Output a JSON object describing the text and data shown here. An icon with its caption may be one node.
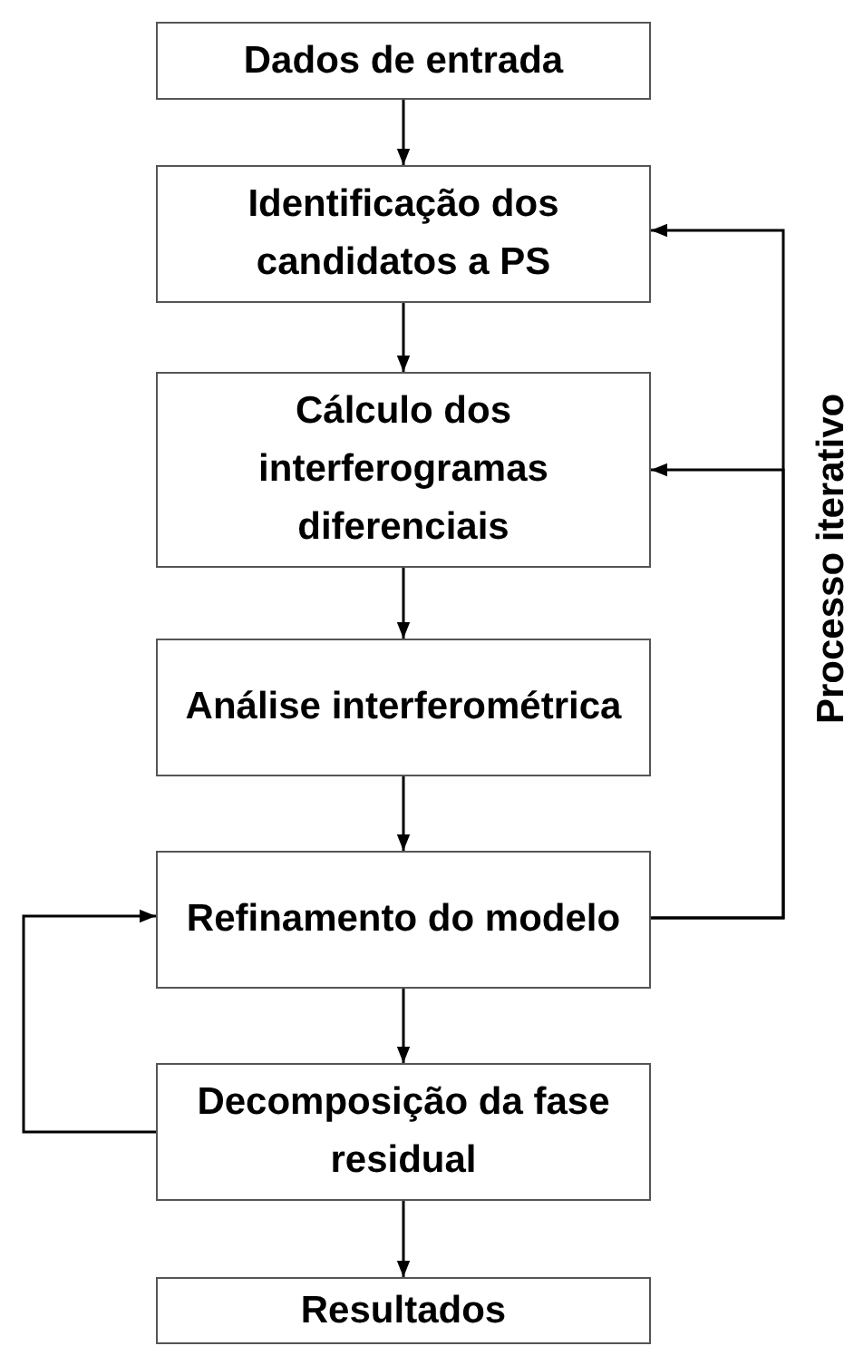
{
  "diagram": {
    "nodes": [
      {
        "text": [
          "Dados de entrada"
        ]
      },
      {
        "text": [
          "Identificação dos candidatos a PS"
        ]
      },
      {
        "text": [
          "Cálculo dos interferogramas diferenciais"
        ]
      },
      {
        "text": [
          "Análise interferométrica"
        ]
      },
      {
        "text": [
          "Refinamento do modelo"
        ]
      },
      {
        "text": [
          "Decomposição da fase residual"
        ]
      },
      {
        "text": [
          "Resultados"
        ]
      }
    ],
    "edges": [
      {
        "from": 0,
        "to": 1,
        "arrow": "to"
      },
      {
        "from": 1,
        "to": 2,
        "arrow": "to"
      },
      {
        "from": 2,
        "to": 3,
        "arrow": "to"
      },
      {
        "from": 3,
        "to": 4,
        "arrow": "to"
      },
      {
        "from": 4,
        "to": 5,
        "arrow": "to"
      },
      {
        "from": 5,
        "to": 6,
        "arrow": "to"
      },
      {
        "from": 4,
        "to": 1,
        "arrow": "to"
      },
      {
        "from": 4,
        "to": 2,
        "arrow": "to"
      },
      {
        "from": 5,
        "to": 4,
        "arrow": "to"
      }
    ],
    "labels": [
      "Processo iterativo"
    ]
  }
}
